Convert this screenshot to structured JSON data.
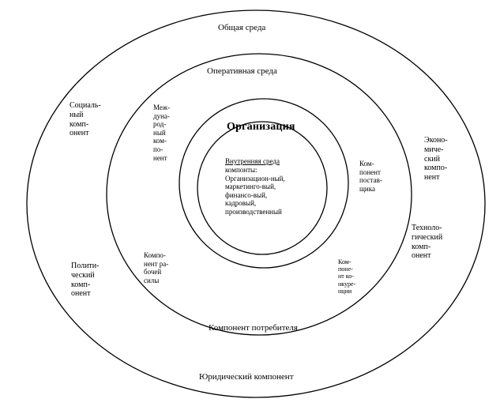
{
  "diagram": {
    "outer_label": "Общая среда",
    "operational_label": "Оперативная среда",
    "organization_title": "Организация",
    "internal_env": {
      "heading": "Внутренняя среда",
      "body": "компонты:\nОрганизацион-ный,\nмаркетинго-вый,\nфинансо-вый,\nкадровый,\nпроизводственный"
    },
    "general_components": {
      "social": "Социаль-\nный\nкомп-\nонент",
      "political": "Полити-\nческий\nкомп-\nонент",
      "economic": "Эконо-\nмиче-\nский\nкомпо-\nнент",
      "technological": "Техноло-\nгический\nкомп-\nонент",
      "legal": "Юридический компонент"
    },
    "operational_components": {
      "international": "Меж-\nдуна-\nрод-\nный\nком-\nпо-\nнент",
      "supplier": "Ком-\nпонент\nпостав-\nщика",
      "labor": "Компо-\nнент ра-\nбочей\nсилы",
      "competition": "Ком-\nпоне-\nнт ко-\nнкуре-\nнции",
      "consumer": "Компонент потребителя"
    }
  }
}
